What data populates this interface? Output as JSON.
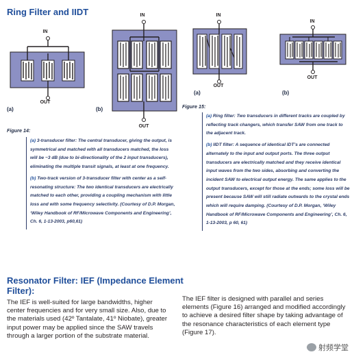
{
  "ring_title": "Ring Filter and IIDT",
  "fig14": {
    "label_a": "(a)",
    "label_b": "(b)",
    "figure": "Figure 14:",
    "in_a": "IN",
    "out_a": "OUT",
    "in_b": "IN",
    "out_b": "OUT",
    "cap_a_label": "(a)",
    "cap_a_text": "3-transducer filter: The central transducer, giving the output, is symmetrical and matched with all transducers matched, the loss will be ~3 dB (due to bi-directionality of the 2 input transducers), eliminating the multiple transit signals, at least at one frequency.",
    "cap_b_label": "(b)",
    "cap_b_text": "Two-track version of 3-transducer filter with center as a self-resonating structure: The two identical transducers are electrically matched to each other, providing a coupling mechanism with little loss and with some frequency selectivity. (Courtesy of D.P. Morgan, ‘Wiley Handbook of RF/Microwave Components and Engineering’, Ch. 6, 1-13-2003, p60,61)"
  },
  "fig15": {
    "label_a": "(a)",
    "label_b": "(b)",
    "figure": "Figure 15:",
    "in_a": "IN",
    "out_a": "OUT",
    "in_b": "IN",
    "out_b": "OUT",
    "cap_a_label": "(a)",
    "cap_a_text": "Ring filter: Two transducers in different tracks are coupled by reflecting track changers, which transfer SAW from one track to the adjacent track.",
    "cap_b_label": "(b)",
    "cap_b_text": "IIDT filter: A sequence of identical IDT’s are connected alternately to the input and output ports. The three output transducers are electrically matched and they receive identical input waves from the two sides, absorbing and converting the incident SAW to electrical output energy. The same applies to the output transducers, except for those at the ends; some loss will be present because SAW will still radiate outwards to the crystal ends which will require damping. (Courtesy of D.P. Morgan, ‘Wiley Handbook of RF/Microwave Components and Engineering’, Ch. 6, 1-13-2003, p 60, 61)"
  },
  "resonator_title_1": "Resonator Filter: IEF (Impedance Element",
  "resonator_title_2": "Filter):",
  "body_left": "The IEF is well-suited for large bandwidths, higher center frequencies and for very small size. Also, due to the materials used (42º Tantalate, 41º Niobate), greater input power may be applied since the SAW travels through a larger portion of the substrate material.",
  "body_right": "The IEF filter is designed with parallel and series elements (Figure 16) arranged and modified accordingly to achieve a desired filter shape by taking advantage of the resonance characteristics of each element type (Figure 17).",
  "watermark": "射频学堂",
  "colors": {
    "heading": "#1f4e9a",
    "diagram_fill": "#8c90c4",
    "diagram_stroke": "#231f20"
  }
}
